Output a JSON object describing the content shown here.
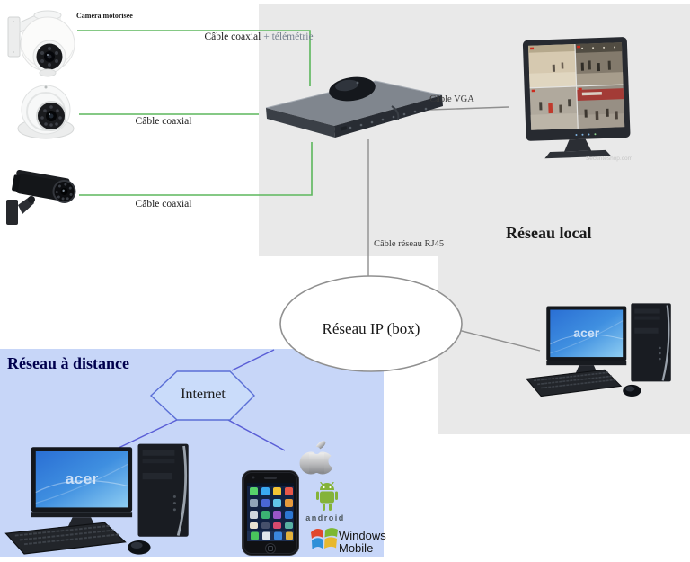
{
  "regions": {
    "local": {
      "label": "Réseau local"
    },
    "remote": {
      "label": "Réseau à distance"
    }
  },
  "nodes": {
    "ptz_camera": {
      "label": "Caméra motorisée"
    },
    "ip_network": {
      "label": "Réseau IP (box)"
    },
    "internet": {
      "label": "Internet"
    },
    "monitor": {
      "watermark": "Securiteshop.com"
    },
    "pc_local": {
      "screen_brand": "acer"
    },
    "pc_remote": {
      "screen_brand": "acer"
    },
    "android": {
      "label": "android"
    },
    "windows_mobile": {
      "line1": "Windows",
      "line2": "Mobile"
    }
  },
  "connections": {
    "ptz_to_dvr": {
      "label_main": "Câble coaxial",
      "label_suffix": "+ télémétrie"
    },
    "dome_to_dvr": {
      "label": "Câble coaxial"
    },
    "bullet_to_dvr": {
      "label": "Câble coaxial"
    },
    "dvr_to_monitor": {
      "label": "Câble VGA"
    },
    "dvr_to_router": {
      "label": "Câble réseau RJ45"
    }
  },
  "colors": {
    "local_region_bg": "#e9e9e9",
    "remote_region_bg": "#c7d6f8",
    "coax_line": "#5db75d",
    "network_line": "#8f8f8f",
    "internet_line": "#5a5ed6",
    "remote_title": "#00004d",
    "hexagon_fill": "#cadcfa",
    "hexagon_border": "#5b6fd6",
    "android_green": "#84b339"
  }
}
